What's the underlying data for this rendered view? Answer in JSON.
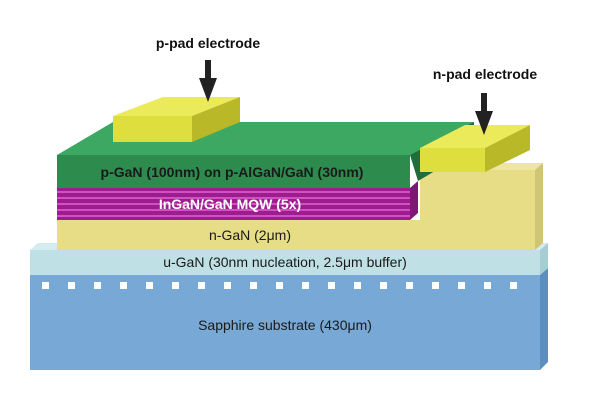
{
  "labels": {
    "p_electrode": "p-pad electrode",
    "n_electrode": "n-pad electrode",
    "p_gan": "p-GaN (100nm) on p-AlGaN/GaN (30nm)",
    "mqw": "InGaN/GaN MQW (5x)",
    "n_gan": "n-GaN (2μm)",
    "u_gan": "u-GaN (30nm nucleation, 2.5μm buffer)",
    "substrate": "Sapphire substrate (430μm)"
  },
  "colors": {
    "pad": "#dede3e",
    "p_gan": "#2e8b4e",
    "mqw_dark": "#9c1e8c",
    "mqw_light": "#d24fc6",
    "n_gan": "#e6dd86",
    "u_gan": "#bfe0e4",
    "substrate": "#77a8d6",
    "arrow": "#222222"
  }
}
